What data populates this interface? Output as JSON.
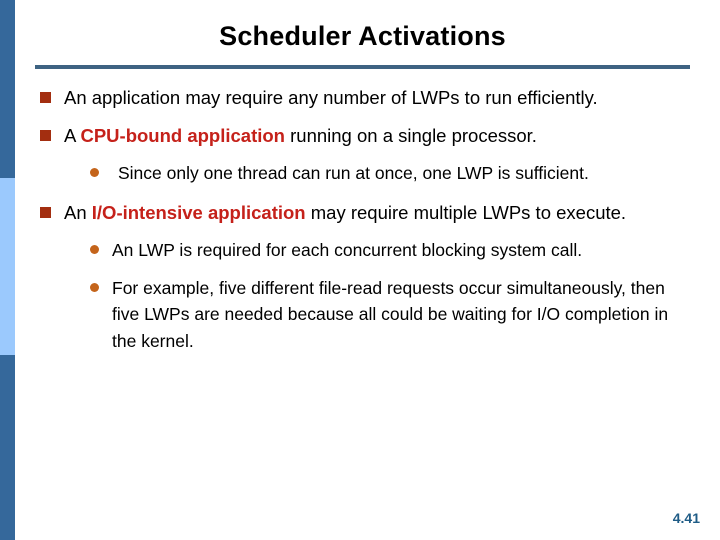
{
  "slide": {
    "title": "Scheduler Activations",
    "page_number": "4.41",
    "colors": {
      "accent_dark_blue": "#35689B",
      "accent_light_blue": "#9BC9FD",
      "title_rule": "#3E6382",
      "square_bullet": "#A32E10",
      "round_bullet": "#C4641B",
      "highlight_red": "#C5211A",
      "page_number": "#1F5C86",
      "background": "#FFFFFF",
      "body_text": "#000000"
    }
  },
  "bullets": [
    {
      "level": 1,
      "marker": "square-bullet",
      "text": "An application may require any number of LWPs to run efficiently."
    },
    {
      "level": 1,
      "marker": "square-bullet",
      "lead": "A ",
      "highlight": "CPU-bound application",
      "tail": " running on a single processor."
    },
    {
      "level": 2,
      "marker": "round-bullet",
      "text": "Since only one thread can run at once, one LWP is sufficient."
    },
    {
      "level": 1,
      "marker": "square-bullet",
      "lead": "An ",
      "highlight": "I/O-intensive application",
      "tail": " may require multiple LWPs to execute."
    },
    {
      "level": 2,
      "marker": "round-bullet",
      "text": "An LWP is required for each concurrent blocking system call."
    },
    {
      "level": 2,
      "marker": "round-bullet",
      "text": "For example, five different file-read requests occur simultaneously, then five LWPs are needed because all could be waiting for I/O completion in the kernel."
    }
  ]
}
